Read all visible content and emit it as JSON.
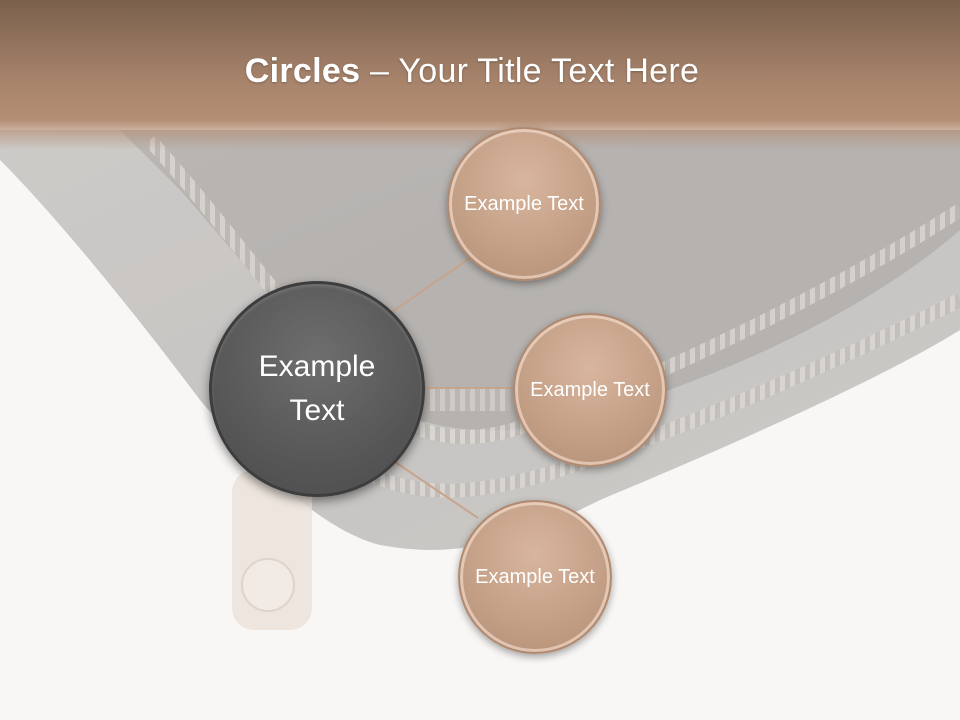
{
  "title": {
    "bold": "Circles",
    "rest": " – Your Title Text Here"
  },
  "diagram": {
    "center": {
      "text": "Example Text"
    },
    "nodes": [
      {
        "text": "Example Text"
      },
      {
        "text": "Example Text"
      },
      {
        "text": "Example Text"
      }
    ]
  },
  "colors": {
    "header_top": "#7a604c",
    "header_bottom": "#b48e74",
    "center_circle": "#595959",
    "node_circle": "#c29e85",
    "connector": "#c7a58c"
  }
}
